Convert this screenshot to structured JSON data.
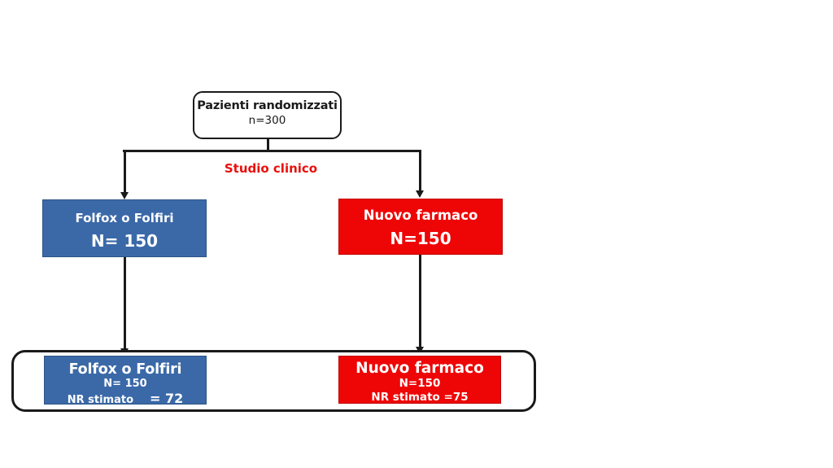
{
  "diagram": {
    "root_box": {
      "line1": "Pazienti randomizzati",
      "line2": "n=300"
    },
    "branch_label": "Studio clinico",
    "arms": {
      "left": {
        "title": "Folfox o Folfiri",
        "n": "N= 150"
      },
      "right": {
        "title": "Nuovo farmaco",
        "n": "N=150"
      }
    },
    "outcomes": {
      "left": {
        "title": "Folfox o Folfiri",
        "n": "N= 150",
        "nr_label": "NR stimato",
        "nr_value": "= 72"
      },
      "right": {
        "title": "Nuovo farmaco",
        "n": "N=150",
        "nr": "NR stimato =75"
      }
    },
    "colors": {
      "blue": "#3b69a8",
      "red": "#ee0606",
      "label_red": "#e8100c",
      "line": "#1a1a1a"
    }
  }
}
